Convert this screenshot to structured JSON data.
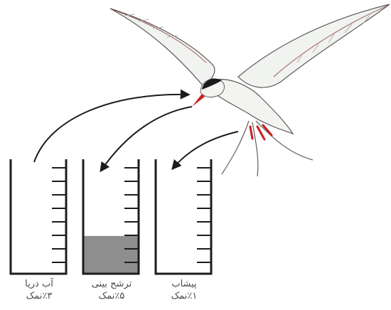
{
  "containers": [
    {
      "id": "seawater",
      "name": "آب دریا",
      "salt": "٪۳نمک",
      "fill_level": 0
    },
    {
      "id": "nasal",
      "name": "ترشح بینی",
      "salt": "٪۵نمک",
      "fill_level": 0.33
    },
    {
      "id": "urine",
      "name": "پیشاب",
      "salt": "٪۱نمک",
      "fill_level": 0
    }
  ],
  "colors": {
    "outline": "#1c1c1c",
    "fill": "#8e8e8e",
    "bird_body": "#f3f3f1",
    "bird_cap": "#1a1a1a",
    "bird_beak": "#c8201e",
    "label_text": "#4a4a4a"
  },
  "bird": {
    "icon": "arctic-tern-icon"
  }
}
